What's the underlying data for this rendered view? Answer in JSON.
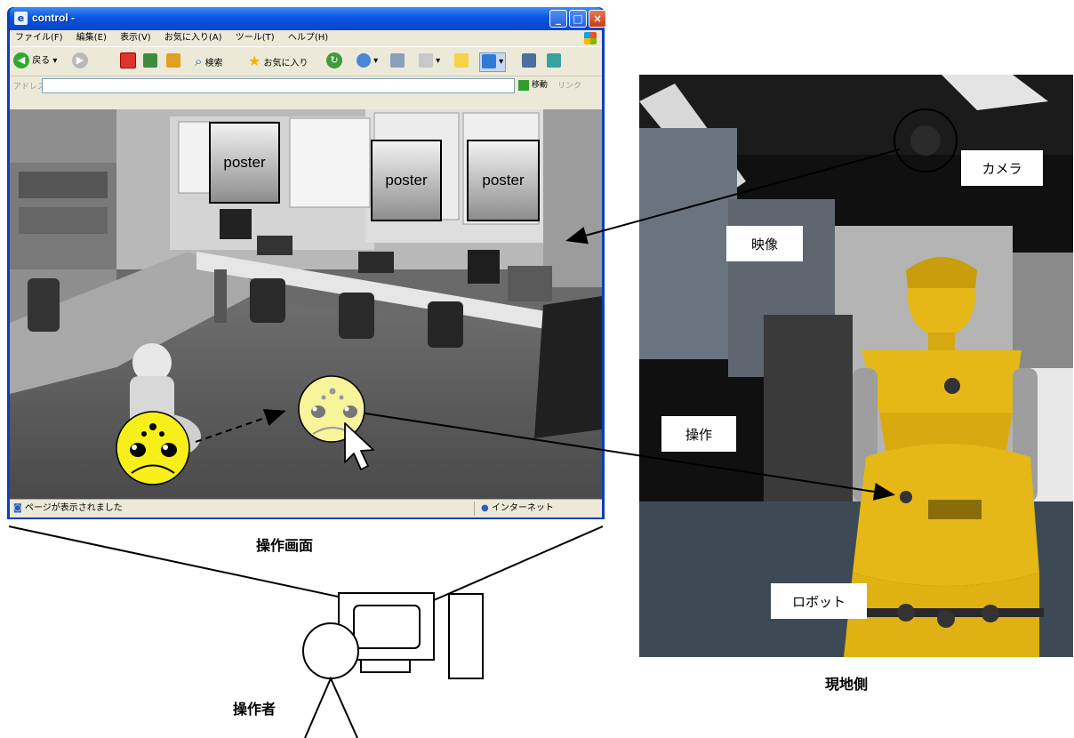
{
  "browser": {
    "title": "control -",
    "menu": [
      "ファイル(F)",
      "編集(E)",
      "表示(V)",
      "お気に入り(A)",
      "ツール(T)",
      "ヘルプ(H)"
    ],
    "toolbar": {
      "back": "戻る",
      "search": "検索",
      "favorites": "お気に入り"
    },
    "address_label": "アドレス(D)",
    "go_label": "移動",
    "links_label": "リンク",
    "status_left": "ページが表示されました",
    "status_right": "インターネット"
  },
  "posters": [
    "poster",
    "poster",
    "poster"
  ],
  "labels": {
    "camera": "カメラ",
    "video": "映像",
    "operation": "操作",
    "robot": "ロボット"
  },
  "captions": {
    "operation_screen": "操作画面",
    "site_side": "現地側",
    "operator": "操作者"
  },
  "colors": {
    "face_yellow": "#f7ef1a",
    "face_light": "#f7f49a",
    "robot_yellow": "#e5b817",
    "window_blue": "#0a3fbd"
  }
}
